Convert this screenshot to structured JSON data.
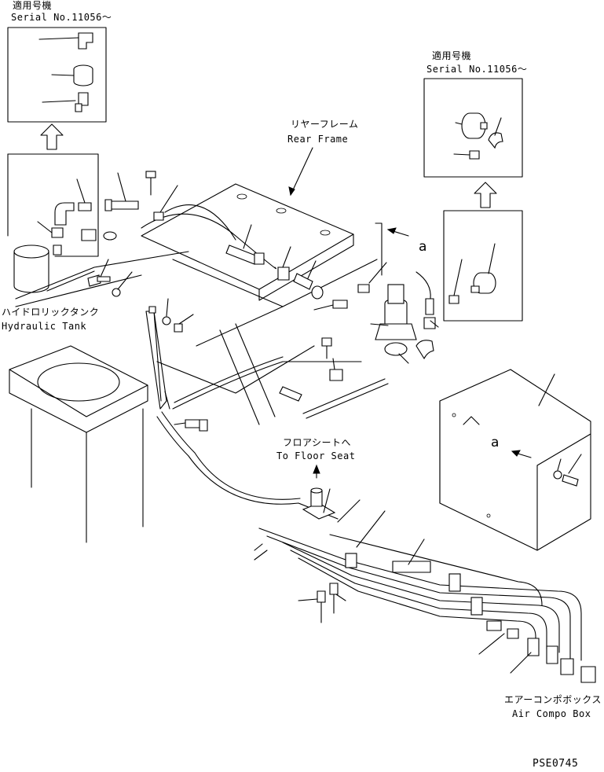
{
  "labels": {
    "inset_left_applicable": "適用号機",
    "inset_left_serial": "Serial No.11056～",
    "inset_right_applicable": "適用号機",
    "inset_right_serial": "Serial No.11056～",
    "rear_frame_jp": "リヤーフレーム",
    "rear_frame_en": "Rear Frame",
    "hydraulic_tank_jp": "ハイドロリックタンク",
    "hydraulic_tank_en": "Hydraulic Tank",
    "floor_seat_jp": "フロアシートへ",
    "floor_seat_en": "To Floor Seat",
    "air_compo_jp": "エアーコンポボックス",
    "air_compo_en": "Air Compo Box",
    "view_a_top": "a",
    "view_a_bottom": "a",
    "drawing_code": "PSE0745"
  }
}
